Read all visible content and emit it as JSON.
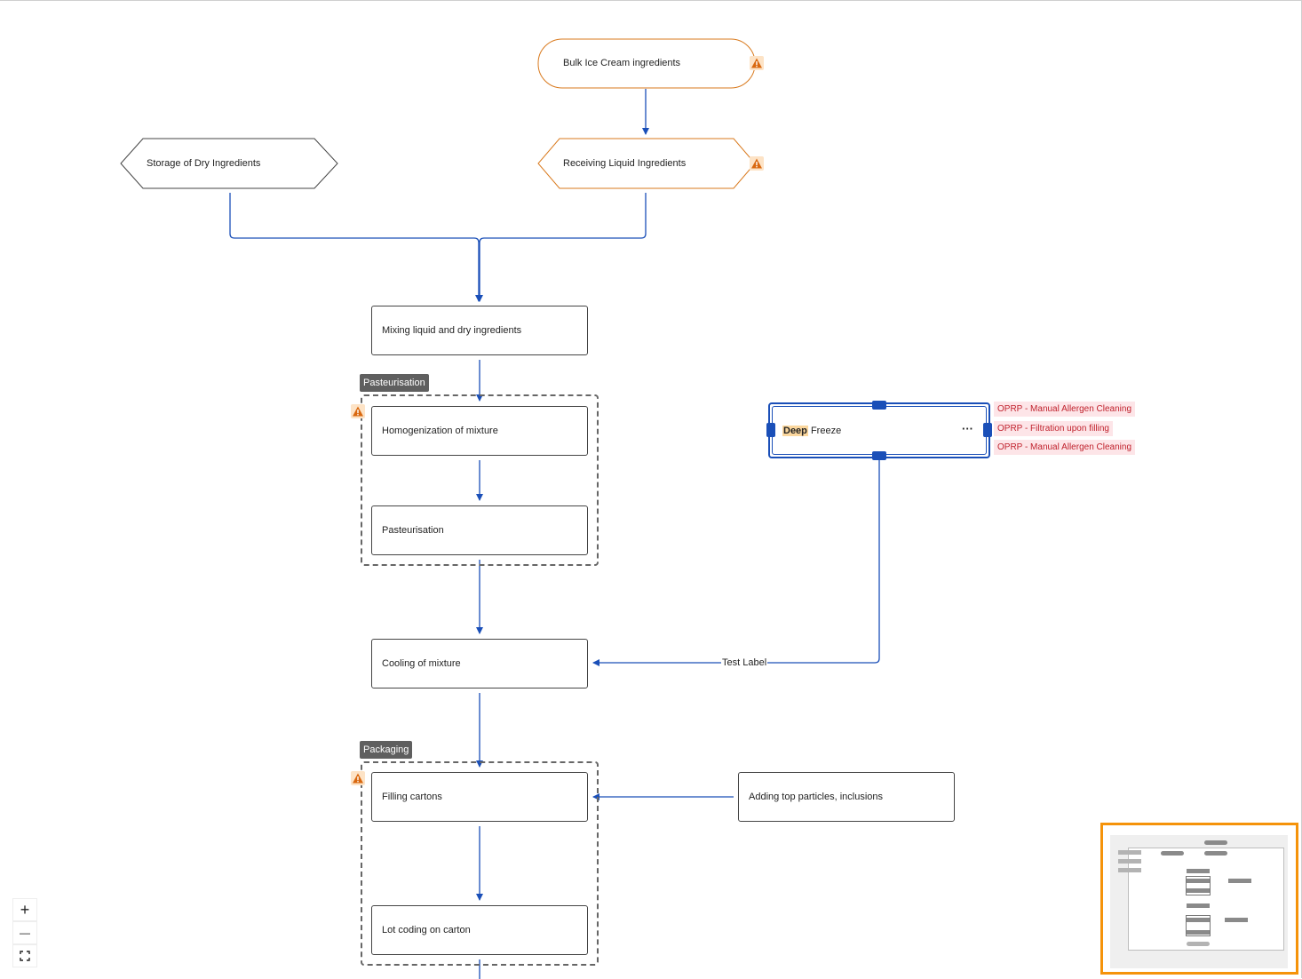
{
  "nodes": {
    "bulk_ice_cream": "Bulk Ice Cream ingredients",
    "storage_dry": "Storage of Dry Ingredients",
    "receiving_liquid": "Receiving Liquid Ingredients",
    "mixing": "Mixing liquid and dry ingredients",
    "homogenization": "Homogenization of mixture",
    "pasteurisation": "Pasteurisation",
    "cooling": "Cooling of mixture",
    "filling": "Filling cartons",
    "lot_coding": "Lot coding on carton",
    "adding_particles": "Adding top particles, inclusions",
    "deep_freeze_highlight": "Deep",
    "deep_freeze_rest": " Freeze",
    "more_menu": "···"
  },
  "groups": {
    "pasteurisation": "Pasteurisation",
    "packaging": "Packaging"
  },
  "tags": [
    "OPRP - Manual Allergen Cleaning",
    "OPRP - Filtration upon filling",
    "OPRP - Manual Allergen Cleaning"
  ],
  "edge_labels": {
    "deep_freeze_to_cooling": "Test Label"
  },
  "icons": {
    "warning": "warning-triangle-icon",
    "zoom_in": "plus-icon",
    "zoom_out": "minus-icon",
    "fit": "fit-to-screen-icon"
  },
  "zoom_controls": {
    "zoom_in": "+",
    "zoom_out": "—"
  },
  "colors": {
    "edge": "#1a4fb8",
    "warning_node_border": "#d97a1e",
    "minimap_border": "#f5930a",
    "tag_text": "#c0222d"
  }
}
